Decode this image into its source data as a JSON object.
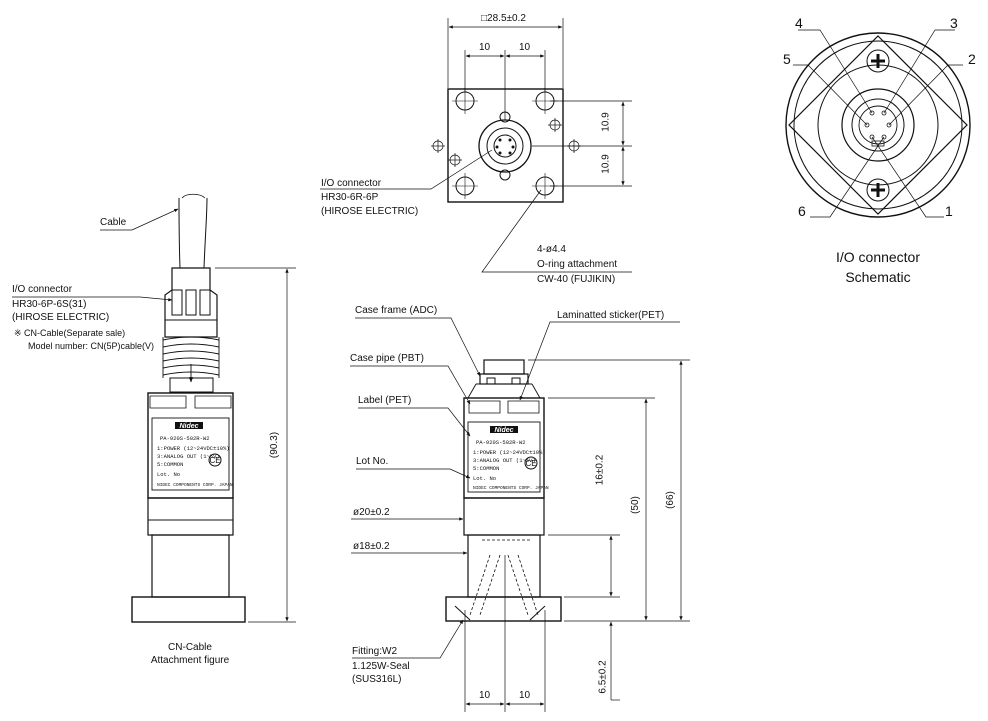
{
  "top_view": {
    "square_dim": "□28.5±0.2",
    "dim_left": "10",
    "dim_right": "10",
    "dim_upper": "10.9",
    "dim_lower": "10.9",
    "io_label": "I/O connector",
    "io_model": "HR30-6R-6P",
    "io_maker": "(HIROSE ELECTRIC)",
    "hole_dim": "4-ø4.4",
    "oring_label": "O-ring attachment",
    "oring_model": "CW-40 (FUJIKIN)"
  },
  "schematic": {
    "pins": [
      "1",
      "2",
      "3",
      "4",
      "5",
      "6"
    ],
    "title": "I/O connector",
    "subtitle": "Schematic"
  },
  "left_view": {
    "cable_label": "Cable",
    "io_label": "I/O connector",
    "io_model": "HR30-6P-6S(31)",
    "io_maker": "(HIROSE ELECTRIC)",
    "cn_note": "※ CN-Cable(Separate sale)",
    "cn_model": "Model number: CN(5P)cable(V)",
    "height_dim": "(90.3)",
    "caption_1": "CN-Cable",
    "caption_2": "Attachment figure"
  },
  "front_view": {
    "case_frame": "Case frame (ADC)",
    "laminated": "Laminatted sticker(PET)",
    "case_pipe": "Case pipe (PBT)",
    "label": "Label (PET)",
    "lot": "Lot No.",
    "dia20": "ø20±0.2",
    "dia18": "ø18±0.2",
    "dim_16": "16±0.2",
    "dim_50": "(50)",
    "dim_66": "(66)",
    "dim_65": "6.5±0.2",
    "fitting": "Fitting:W2",
    "seal": "1.125W-Seal",
    "sus": "(SUS316L)",
    "bottom_left": "10",
    "bottom_right": "10"
  },
  "product_label": {
    "brand": "Nidec",
    "model": "PA-920S-502R-W2",
    "line1": "1:POWER   (12~24VDC±10%)",
    "line2": "3:ANALOG  OUT (1~5V)",
    "line3": "5:COMMON",
    "line4": "Lot. No",
    "maker": "NIDEC COMPONENTS CORP. JAPAN"
  }
}
